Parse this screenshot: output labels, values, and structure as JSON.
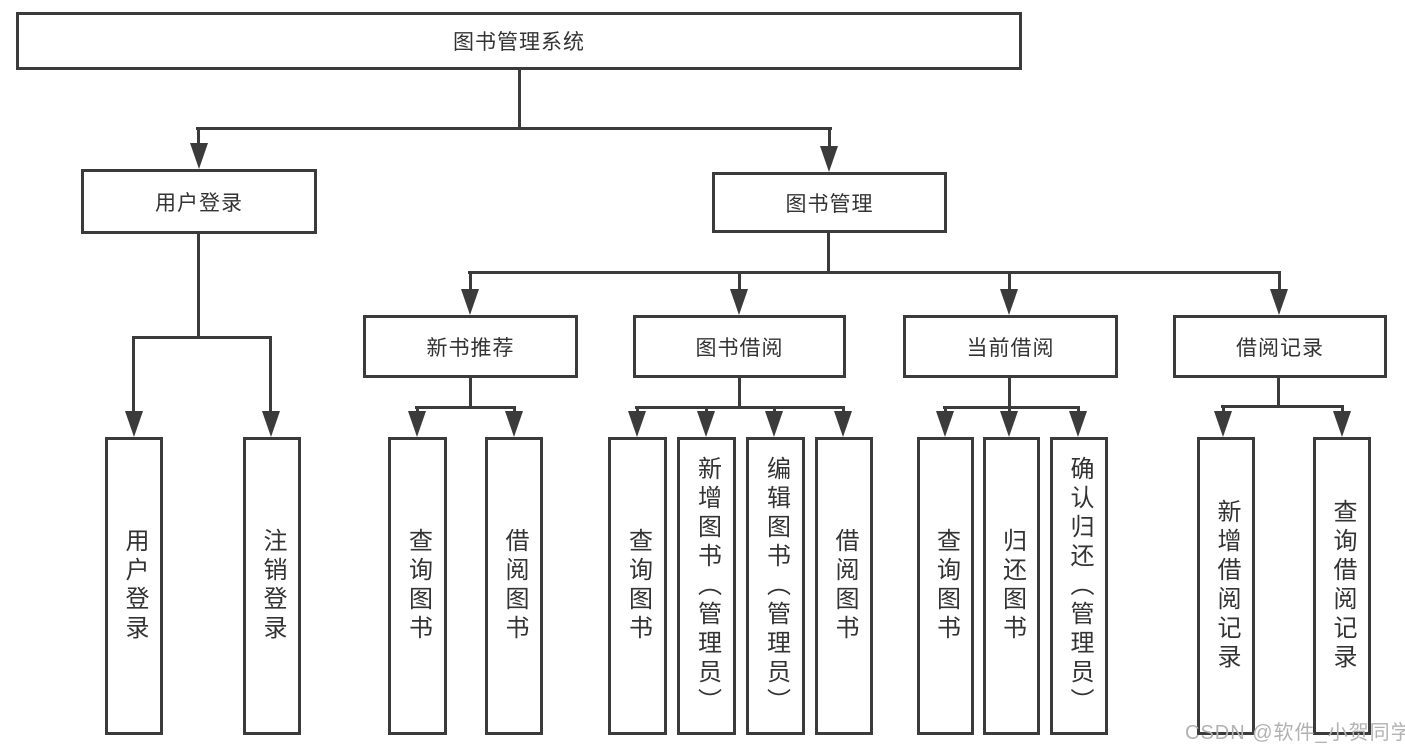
{
  "diagram": {
    "root": {
      "label": "图书管理系统"
    },
    "level2": [
      {
        "label": "用户登录"
      },
      {
        "label": "图书管理"
      }
    ],
    "level3": [
      {
        "label": "新书推荐"
      },
      {
        "label": "图书借阅"
      },
      {
        "label": "当前借阅"
      },
      {
        "label": "借阅记录"
      }
    ],
    "leaves": {
      "user_login": [
        "用户登录",
        "注销登录"
      ],
      "new_book_recommend": [
        "查询图书",
        "借阅图书"
      ],
      "book_borrow": [
        "查询图书",
        "新增图书（管理员）",
        "编辑图书（管理员）",
        "借阅图书"
      ],
      "current_borrow": [
        "查询图书",
        "归还图书",
        "确认归还（管理员）"
      ],
      "borrow_records": [
        "新增借阅记录",
        "查询借阅记录"
      ]
    }
  },
  "colors": {
    "line": "#3b3b3b",
    "text": "#333333",
    "background": "#ffffff",
    "watermark": "#b2b2b2"
  },
  "watermark": {
    "text": "CSDN @软件_小贺同学"
  }
}
